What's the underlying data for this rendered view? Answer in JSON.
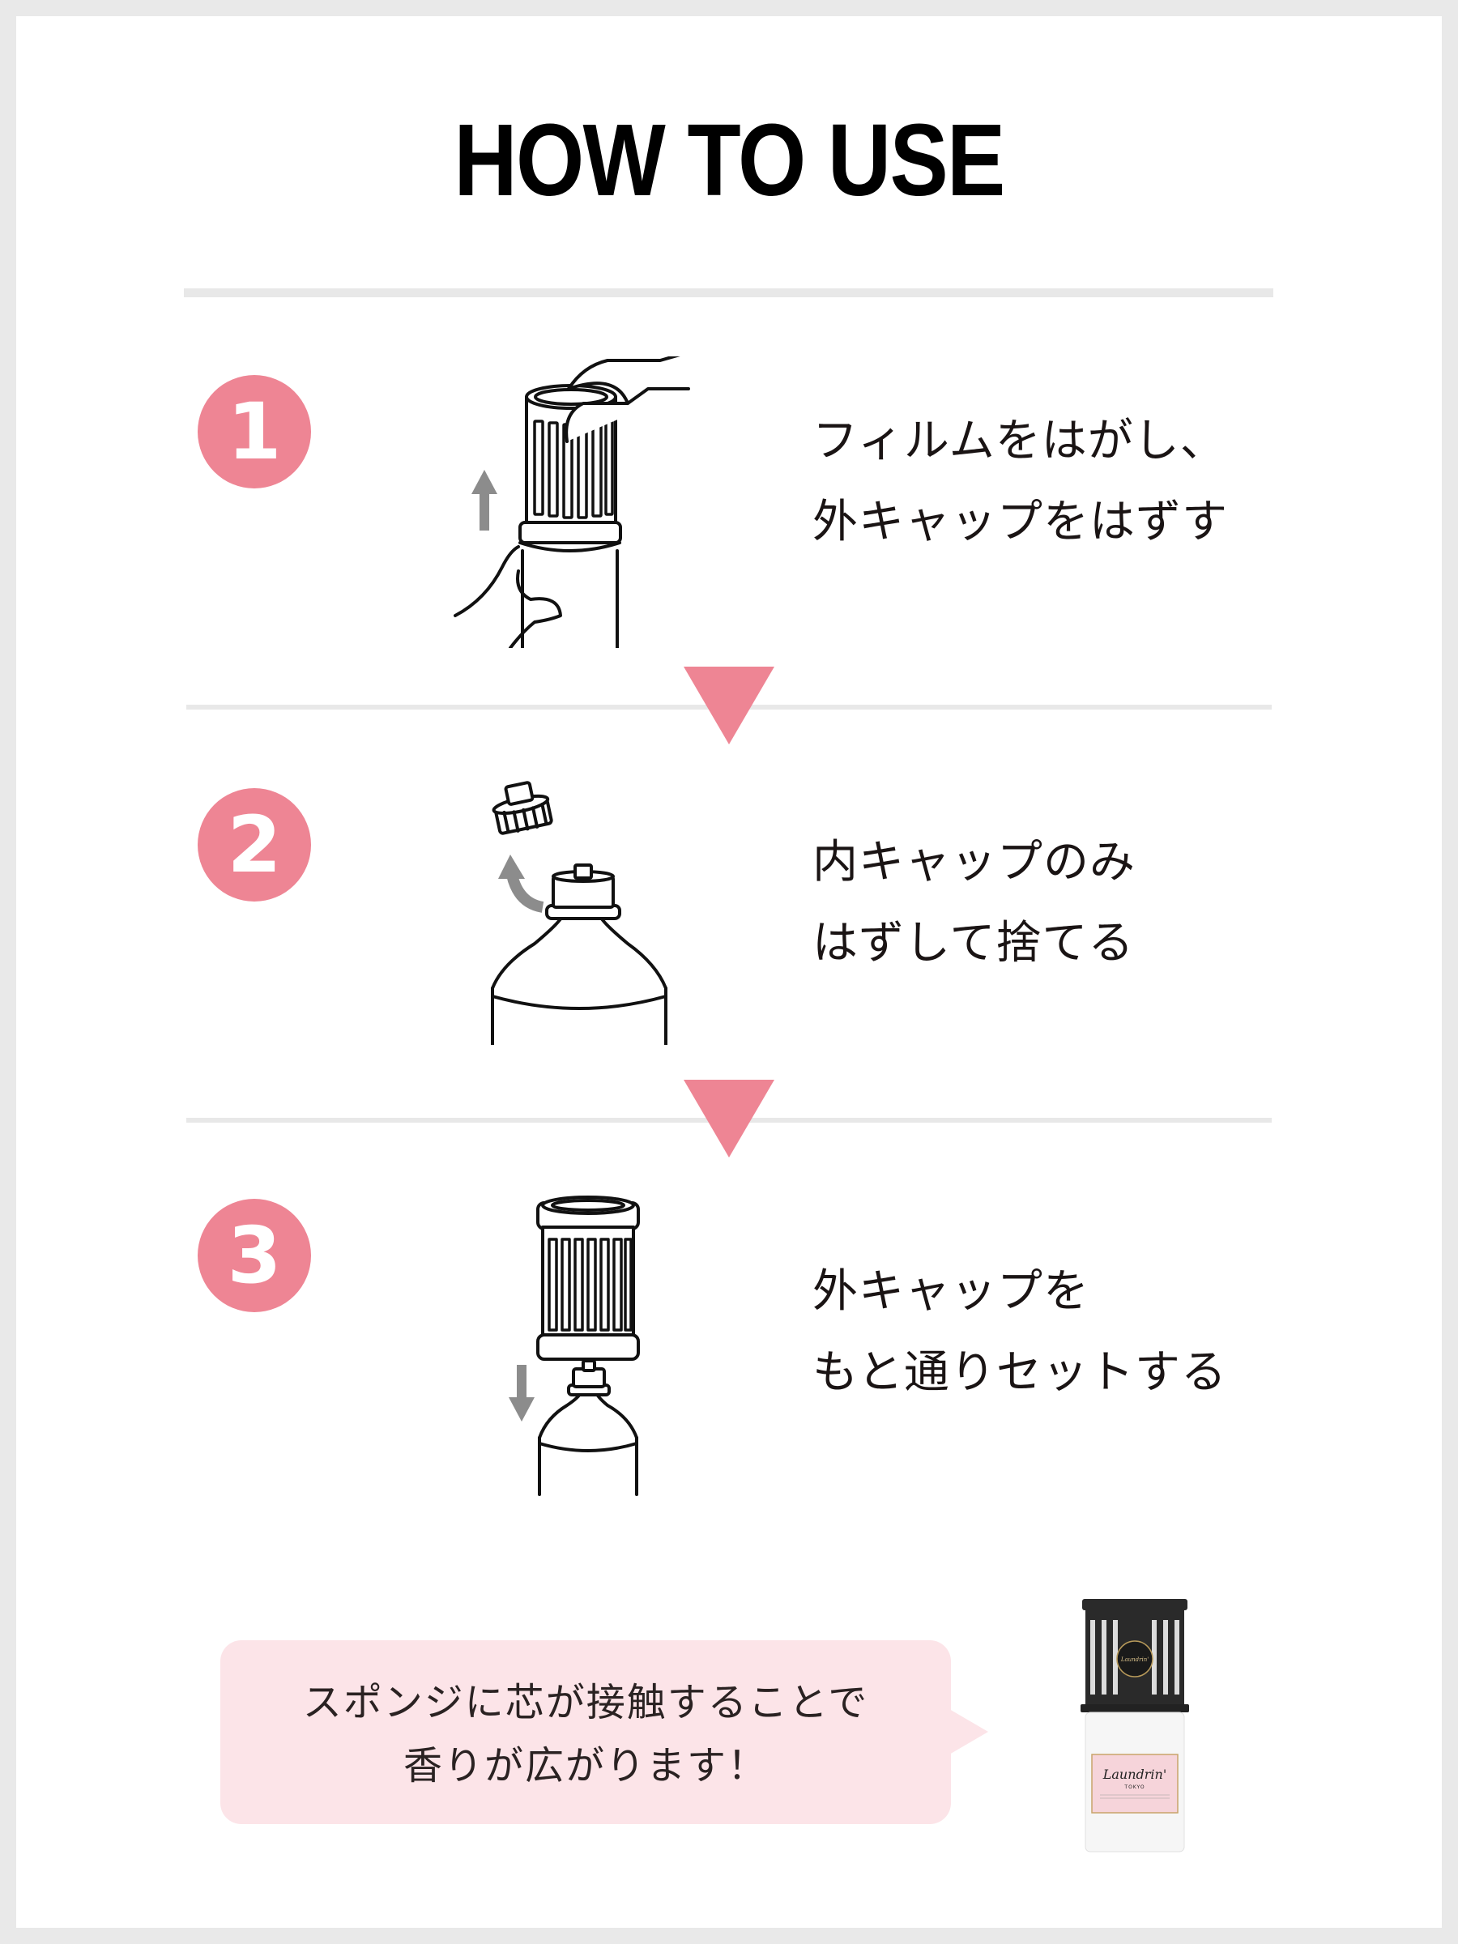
{
  "header": {
    "title": "HOW TO USE"
  },
  "colors": {
    "accent_pink": "#ee8594",
    "bubble_pink": "#fce4e8",
    "divider_gray": "#e8e8e8",
    "frame_gray": "#e9e9e9",
    "arrow_gray": "#8c8c8c",
    "text": "#1a1414"
  },
  "steps": [
    {
      "number": "1",
      "lines": [
        "フィルムをはがし、",
        "外キャップをはずす"
      ],
      "illustration": "hand-removing-outer-cap",
      "arrow": "up-arrow-icon"
    },
    {
      "number": "2",
      "lines": [
        "内キャップのみ",
        "はずして捨てる"
      ],
      "illustration": "inner-cap-removed-from-bottle",
      "arrow": "curved-up-arrow-icon"
    },
    {
      "number": "3",
      "lines": [
        "外キャップを",
        "もと通りセットする"
      ],
      "illustration": "outer-cap-placed-on-bottle",
      "arrow": "down-arrow-icon"
    }
  ],
  "tip": {
    "lines": [
      "スポンジに芯が接触することで",
      "香りが広がります！"
    ]
  },
  "product": {
    "brand": "Laundrin'",
    "city": "TOKYO"
  }
}
